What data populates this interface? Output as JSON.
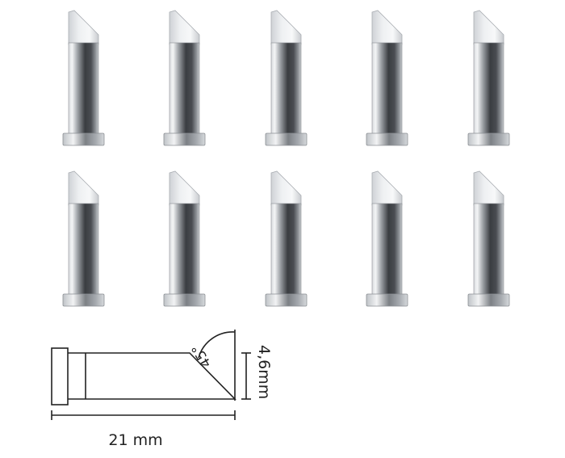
{
  "product_grid": {
    "rows": 2,
    "columns": 5,
    "item": "soldering-tip"
  },
  "dimension_drawing": {
    "angle_label": "45°",
    "diameter_label": "4,6mm",
    "length_label": "21 mm"
  },
  "colors": {
    "background": "#ffffff",
    "tip_shadow": "#3a3d41",
    "tip_highlight": "#f2f3f5",
    "drawing_line": "#222222"
  }
}
